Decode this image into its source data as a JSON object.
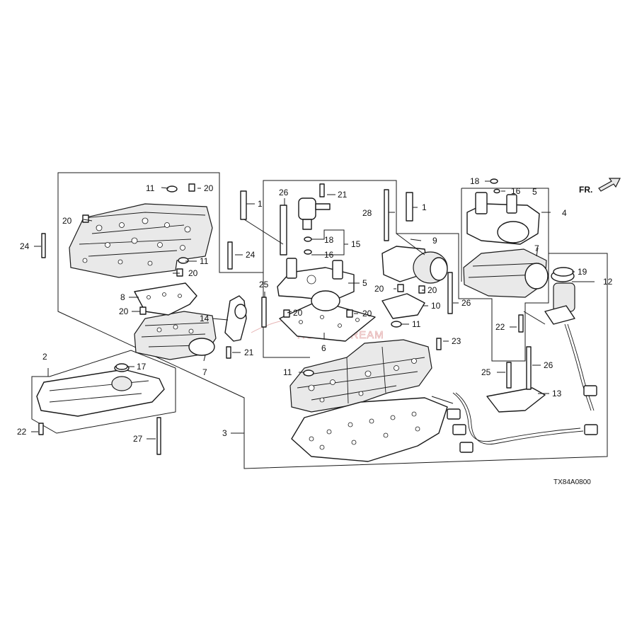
{
  "diagram": {
    "code": "TX84A0800",
    "direction_label": "FR.",
    "watermark": "HONDA DREAM",
    "callouts": {
      "c1a": "1",
      "c1b": "1",
      "c2": "2",
      "c3": "3",
      "c4": "4",
      "c5a": "5",
      "c5b": "5",
      "c6": "6",
      "c7a": "7",
      "c7b": "7",
      "c8": "8",
      "c9": "9",
      "c10": "10",
      "c11a": "11",
      "c11b": "11",
      "c11c": "11",
      "c11d": "11",
      "c12": "12",
      "c13": "13",
      "c14": "14",
      "c15": "15",
      "c16a": "16",
      "c16b": "16",
      "c17": "17",
      "c18a": "18",
      "c18b": "18",
      "c19": "19",
      "c20a": "20",
      "c20b": "20",
      "c20c": "20",
      "c20d": "20",
      "c20e": "20",
      "c20f": "20",
      "c20g": "20",
      "c20h": "20",
      "c21a": "21",
      "c21b": "21",
      "c22a": "22",
      "c22b": "22",
      "c23": "23",
      "c24a": "24",
      "c24b": "24",
      "c25a": "25",
      "c25b": "25",
      "c26a": "26",
      "c26b": "26",
      "c26c": "26",
      "c27": "27",
      "c28": "28"
    }
  }
}
